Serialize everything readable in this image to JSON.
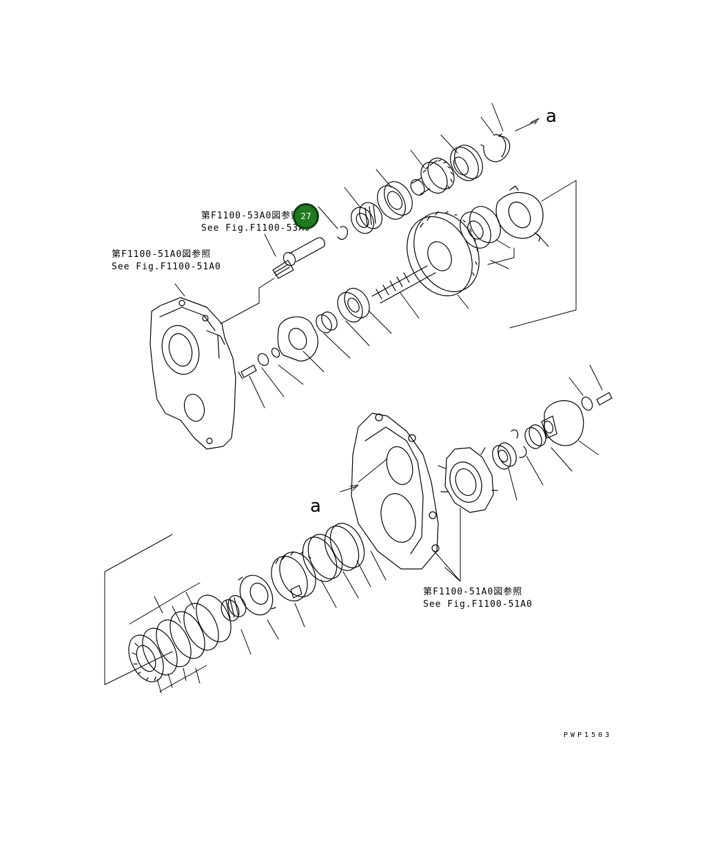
{
  "references": {
    "f1100_53a0_jp": "第F1100-53A0図参照",
    "f1100_53a0_en": "See Fig.F1100-53A0",
    "f1100_51a0_top_jp": "第F1100-51A0図参照",
    "f1100_51a0_top_en": "See Fig.F1100-51A0",
    "f1100_51a0_bottom_jp": "第F1100-51A0図参照",
    "f1100_51a0_bottom_en": "See Fig.F1100-51A0"
  },
  "connector_labels": {
    "top": "a",
    "bottom": "a"
  },
  "callout": {
    "number": "27",
    "color": "#1f7a1f"
  },
  "drawing_code": "PWP1503"
}
